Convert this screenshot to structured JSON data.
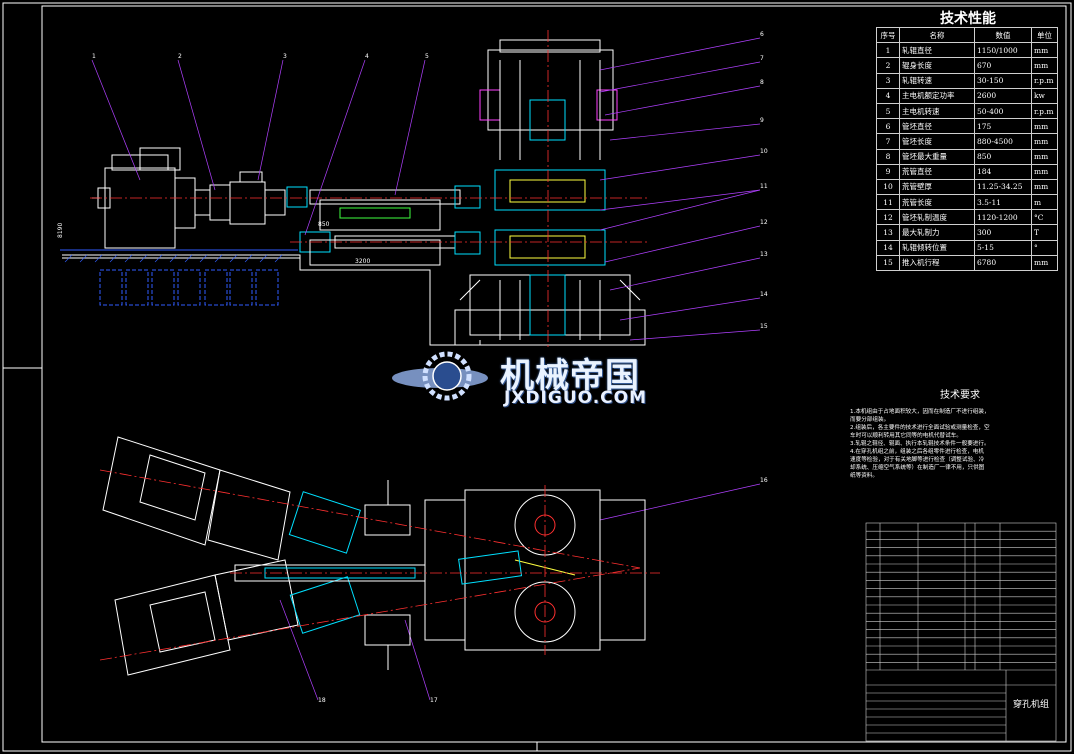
{
  "drawing": {
    "tech_title": "技术性能",
    "table_headers": [
      "序号",
      "名称",
      "数值",
      "单位"
    ],
    "perf_rows": [
      [
        "1",
        "轧辊直径",
        "1150/1000",
        "mm"
      ],
      [
        "2",
        "辊身长度",
        "670",
        "mm"
      ],
      [
        "3",
        "轧辊转速",
        "30-150",
        "r.p.m"
      ],
      [
        "4",
        "主电机额定功率",
        "2600",
        "kw"
      ],
      [
        "5",
        "主电机转速",
        "50-400",
        "r.p.m"
      ],
      [
        "6",
        "管坯直径",
        "175",
        "mm"
      ],
      [
        "7",
        "管坯长度",
        "880-4500",
        "mm"
      ],
      [
        "8",
        "管坯最大重量",
        "850",
        "mm"
      ],
      [
        "9",
        "荒管直径",
        "184",
        "mm"
      ],
      [
        "10",
        "荒管壁厚",
        "11.25-34.25",
        "mm"
      ],
      [
        "11",
        "荒管长度",
        "3.5-11",
        "m"
      ],
      [
        "12",
        "管坯轧制温度",
        "1120-1200",
        "°C"
      ],
      [
        "13",
        "最大轧制力",
        "300",
        "T"
      ],
      [
        "14",
        "轧辊倾转位置",
        "5-15",
        "°"
      ],
      [
        "15",
        "推入机行程",
        "6780",
        "mm"
      ]
    ],
    "req_title": "技术要求",
    "req_lines": [
      "1.本机组由于占地面积较大，因而在制造厂不进行组装，",
      "   而要分部组装。",
      "2.组装后，各主要件的技术进行全面试验或测量检查，空",
      "   车时可以顺利转用其它同等的电机代替试车。",
      "3.轧辊之辊径、辊面、执行本轧辊技术条件一般要进行。",
      "4.在穿孔机组之前，组装之后各组零件进行检查，电机",
      "   速度等检验，对于有关地脚等进行检查（调整试验、冷",
      "   却系统、压缩空气系统等）在制造厂一律不用，只供图",
      "   纸等资料。"
    ],
    "part_numbers": [
      "1",
      "2",
      "3",
      "4",
      "5",
      "6",
      "7",
      "8",
      "9",
      "10",
      "11",
      "12",
      "13",
      "14",
      "15",
      "16",
      "17",
      "18"
    ],
    "dim_labels": [
      "8190",
      "3200",
      "850"
    ],
    "watermark_cn": "机械帝国",
    "watermark_en": "JXDIGUO.COM",
    "drawing_name": "穿孔机组"
  },
  "colors": {
    "outline": "#ffffff",
    "centerline": "#ff3030",
    "hidden": "#2f5cff",
    "leader": "#b040ff",
    "cyan": "#00e0ff",
    "green": "#40ff40",
    "yellow": "#ffff40",
    "magenta": "#ff40ff"
  }
}
